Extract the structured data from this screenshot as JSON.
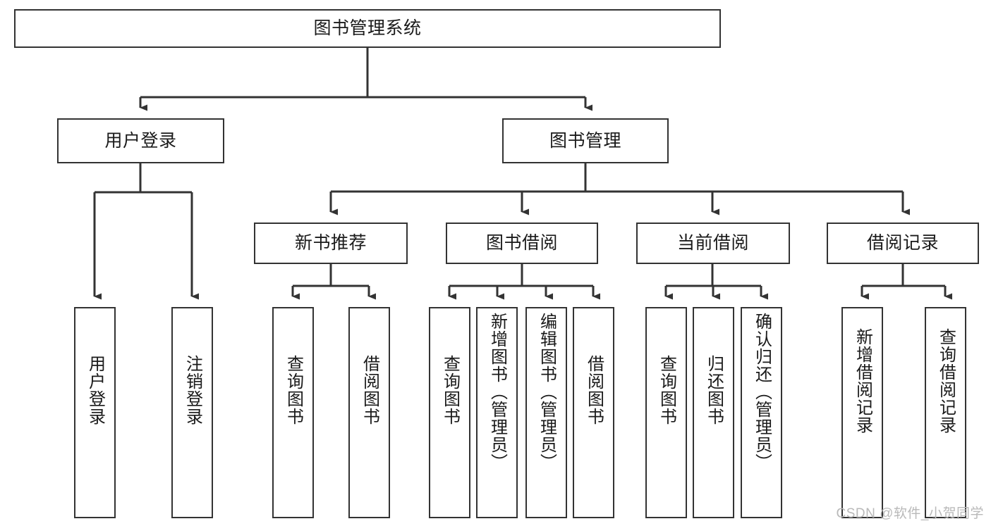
{
  "diagram": {
    "type": "tree-hierarchy",
    "title": "图书管理系统",
    "watermark": "CSDN @软件_小贺同学",
    "colors": {
      "node_border": "#333333",
      "node_fill": "#ffffff",
      "edge": "#333333",
      "text": "#1a1a1a",
      "watermark": "#b9b9b9",
      "background": "#ffffff"
    },
    "levels": [
      {
        "level": 1,
        "nodes": [
          {
            "id": "root",
            "label": "图书管理系统",
            "orientation": "horizontal"
          }
        ]
      },
      {
        "level": 2,
        "nodes": [
          {
            "id": "user-login",
            "label": "用户登录",
            "orientation": "horizontal",
            "parent": "root"
          },
          {
            "id": "book-manage",
            "label": "图书管理",
            "orientation": "horizontal",
            "parent": "root"
          }
        ]
      },
      {
        "level": 3,
        "nodes": [
          {
            "id": "new-book-recommend",
            "label": "新书推荐",
            "orientation": "horizontal",
            "parent": "book-manage"
          },
          {
            "id": "book-borrow",
            "label": "图书借阅",
            "orientation": "horizontal",
            "parent": "book-manage"
          },
          {
            "id": "current-borrow",
            "label": "当前借阅",
            "orientation": "horizontal",
            "parent": "book-manage"
          },
          {
            "id": "borrow-record",
            "label": "借阅记录",
            "orientation": "horizontal",
            "parent": "book-manage"
          }
        ]
      },
      {
        "level": 4,
        "nodes": [
          {
            "id": "leaf-user-login",
            "label": "用户登录",
            "orientation": "vertical",
            "parent": "user-login"
          },
          {
            "id": "leaf-logout",
            "label": "注销登录",
            "orientation": "vertical",
            "parent": "user-login"
          },
          {
            "id": "leaf-query-book-1",
            "label": "查询图书",
            "orientation": "vertical",
            "parent": "new-book-recommend"
          },
          {
            "id": "leaf-borrow-book-1",
            "label": "借阅图书",
            "orientation": "vertical",
            "parent": "new-book-recommend"
          },
          {
            "id": "leaf-query-book-2",
            "label": "查询图书",
            "orientation": "vertical",
            "parent": "book-borrow"
          },
          {
            "id": "leaf-add-book",
            "label": "新增图书（管理员）",
            "orientation": "vertical",
            "parent": "book-borrow"
          },
          {
            "id": "leaf-edit-book",
            "label": "编辑图书（管理员）",
            "orientation": "vertical",
            "parent": "book-borrow"
          },
          {
            "id": "leaf-borrow-book-2",
            "label": "借阅图书",
            "orientation": "vertical",
            "parent": "book-borrow"
          },
          {
            "id": "leaf-query-book-3",
            "label": "查询图书",
            "orientation": "vertical",
            "parent": "current-borrow"
          },
          {
            "id": "leaf-return-book",
            "label": "归还图书",
            "orientation": "vertical",
            "parent": "current-borrow"
          },
          {
            "id": "leaf-confirm-return",
            "label": "确认归还（管理员）",
            "orientation": "vertical",
            "parent": "current-borrow"
          },
          {
            "id": "leaf-add-record",
            "label": "新增借阅记录",
            "orientation": "vertical",
            "parent": "borrow-record"
          },
          {
            "id": "leaf-query-record",
            "label": "查询借阅记录",
            "orientation": "vertical",
            "parent": "borrow-record"
          }
        ]
      }
    ]
  }
}
